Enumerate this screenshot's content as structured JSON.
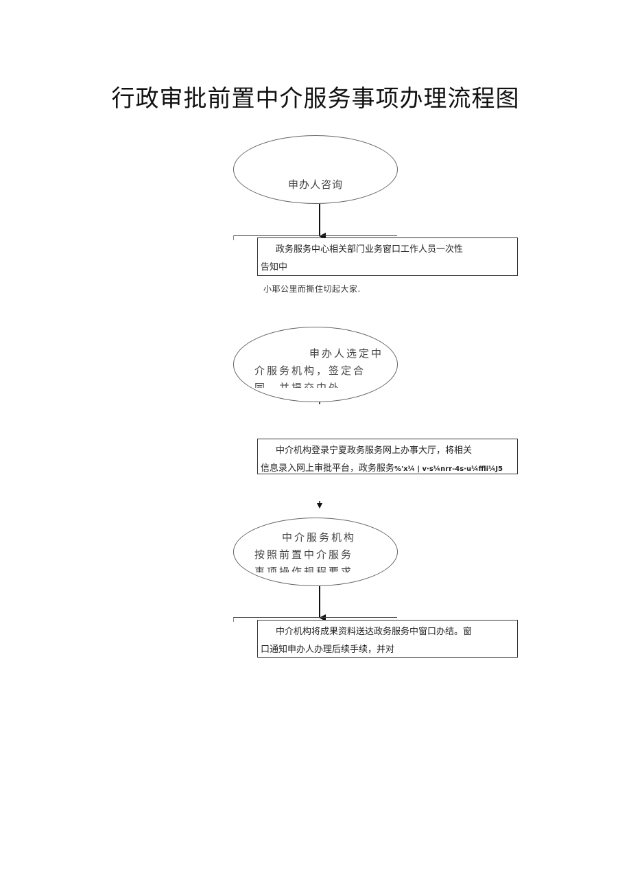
{
  "title": "行政审批前置中介服务事项办理流程图",
  "steps": {
    "s1": "申办人咨询",
    "s2_box_line1": "政务服务中心相关部门业务窗口工作人员一次性",
    "s2_box_line2": "告知中",
    "s2_note": "小耶公里而撕住切起大家.",
    "s3_line1": "申办人选定中",
    "s3_line2": "介服务机构，签定合",
    "s3_line3": "同，并提交中外",
    "s4_box_line1": "中介机构登录宁夏政务服务网上办事大厅，将相关",
    "s4_box_line2_a": "信息录入网上审批平台，政务服务",
    "s4_box_line2_b": "%'x¼ | v·s¼nrr-4s·u¼ffli¼J5",
    "s5_line1": "中介服务机构",
    "s5_line2": "按照前置中介服务",
    "s5_line3": "事项操作规程要求",
    "s6_box_line1": "中介机构将成果资料送达政务服务中窗口办结。窗",
    "s6_box_line2": "口通知申办人办理后续手续，并对"
  }
}
